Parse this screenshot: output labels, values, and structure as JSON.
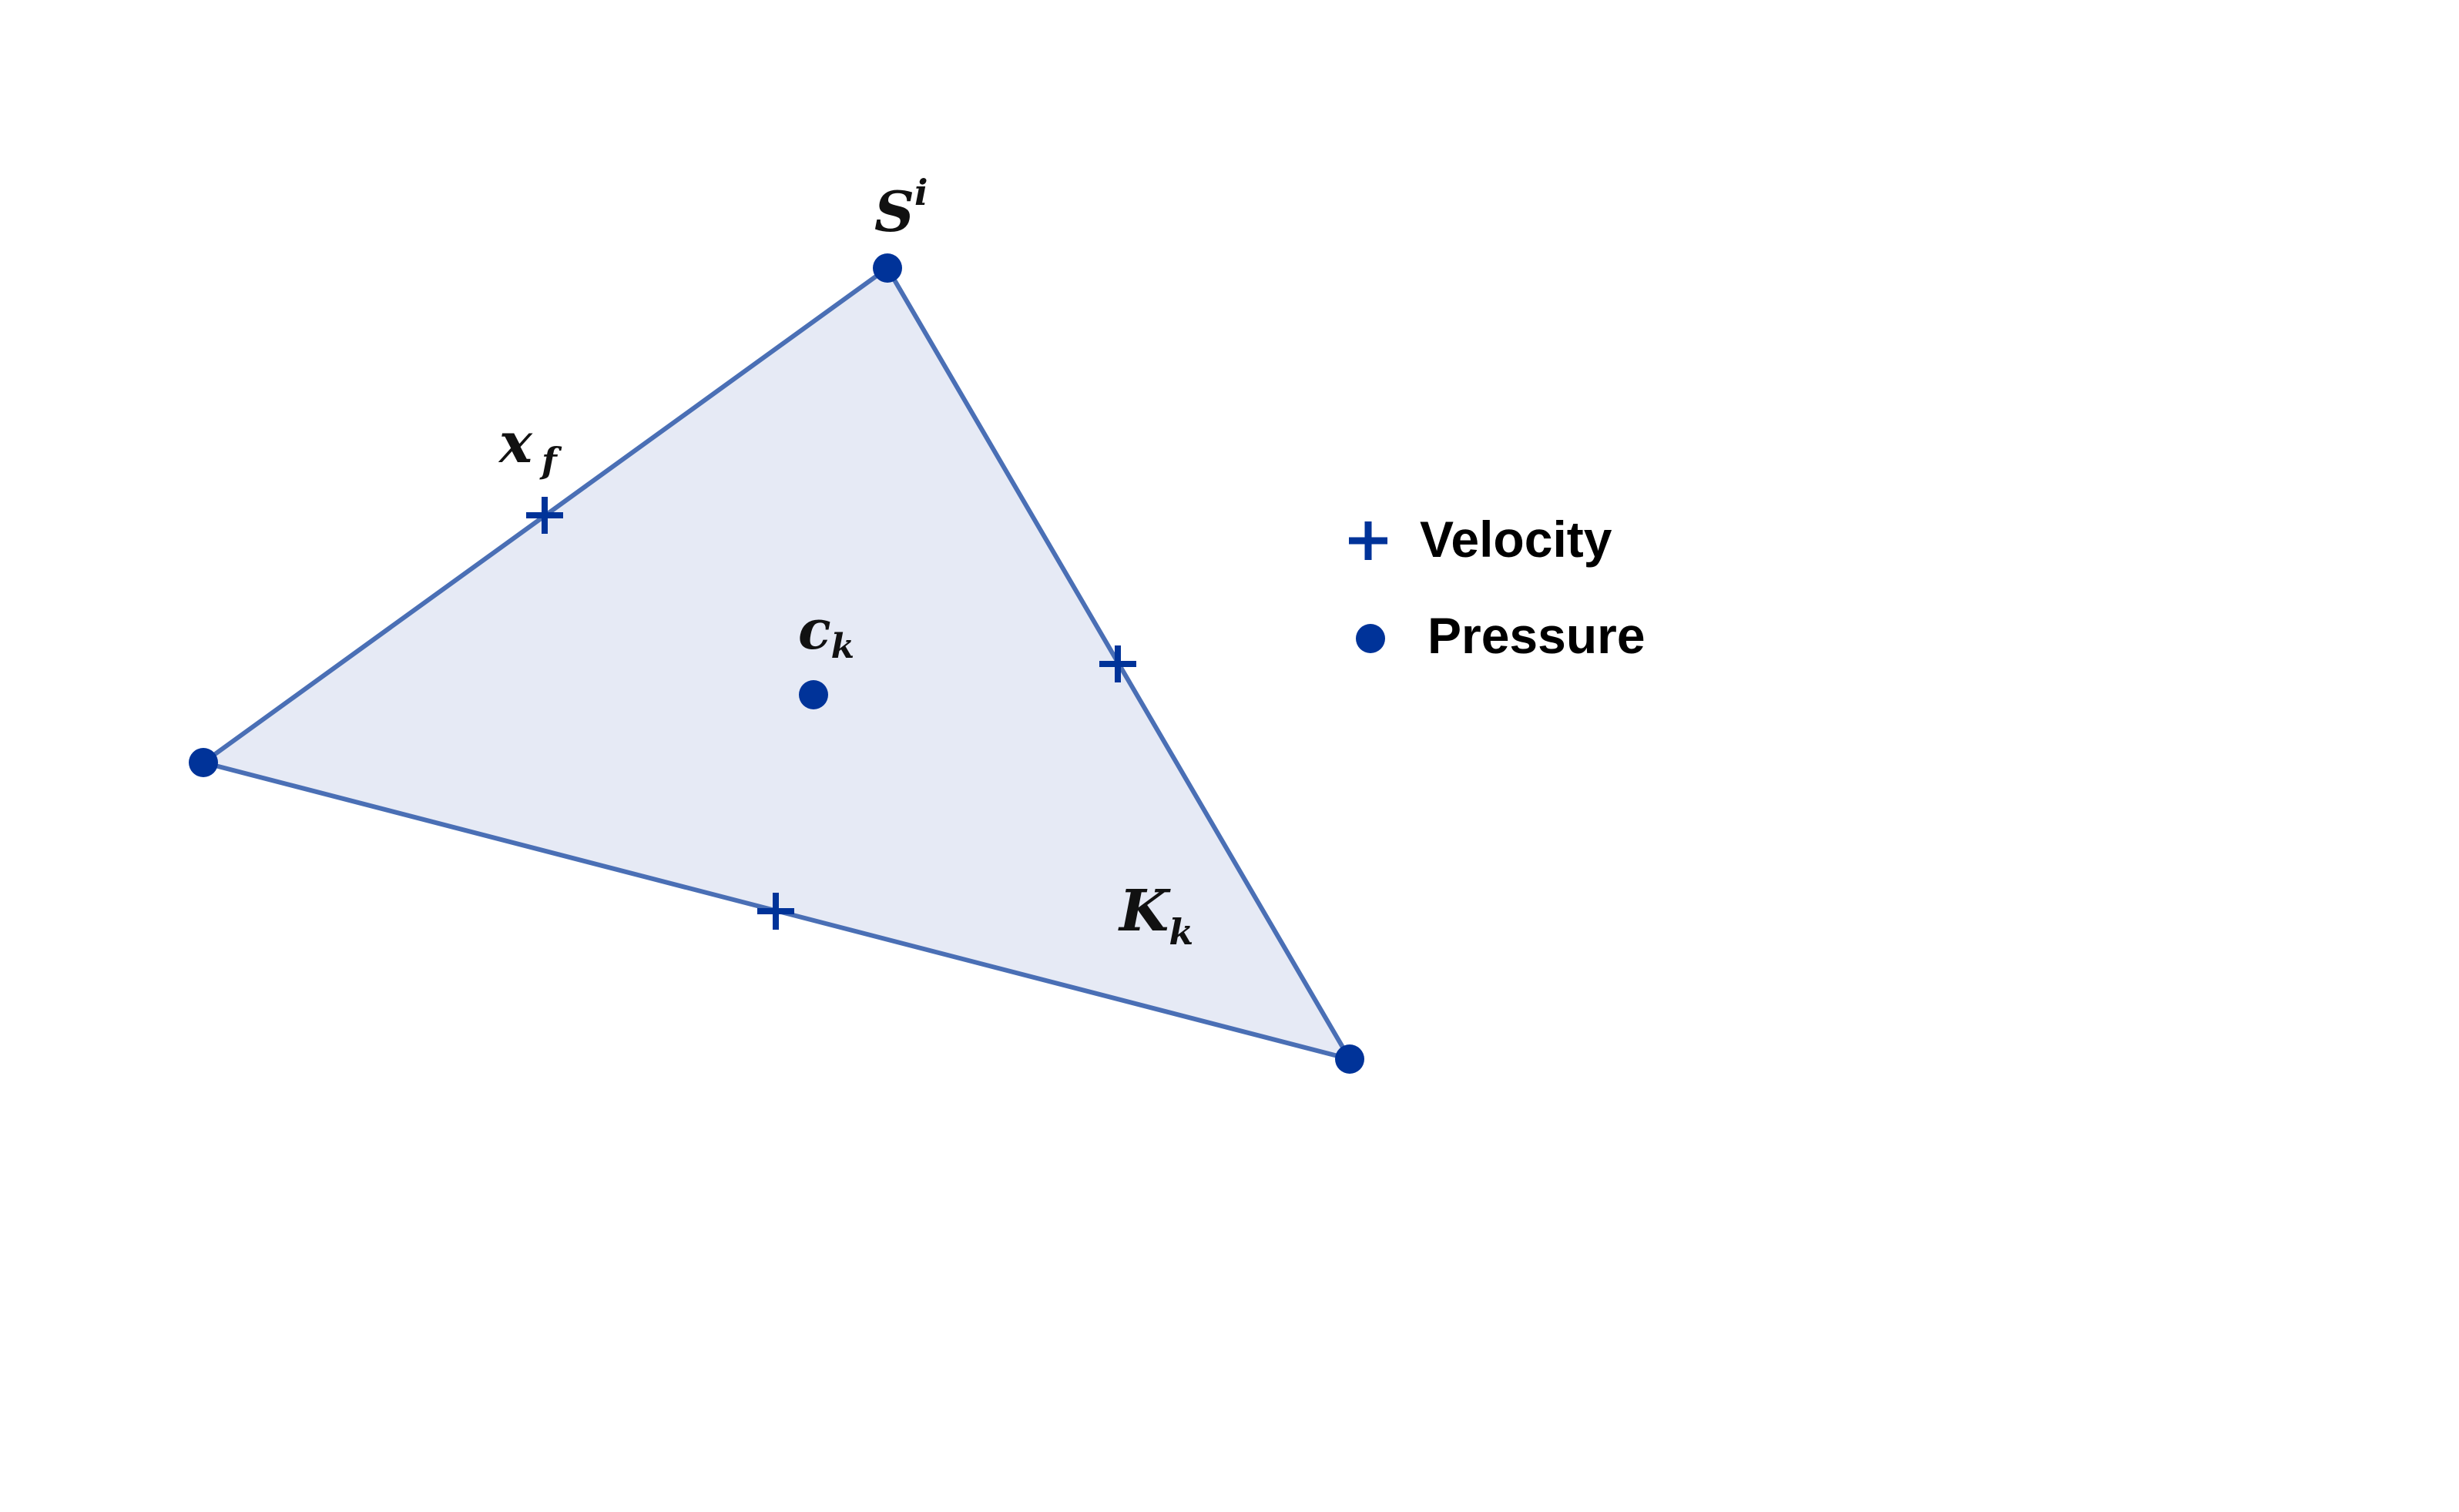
{
  "colors": {
    "fill": "#e6eaf5",
    "edge": "#4a6fb5",
    "marker": "#003399"
  },
  "labels": {
    "vertex": {
      "base": "S",
      "sup": "i"
    },
    "face_point": {
      "base": "x",
      "sub": "f"
    },
    "center": {
      "base": "c",
      "sub": "k"
    },
    "cell": {
      "base": "K",
      "sub": "k"
    }
  },
  "legend": {
    "velocity": {
      "label": "Velocity",
      "icon": "plus-marker"
    },
    "pressure": {
      "label": "Pressure",
      "icon": "dot-marker"
    }
  }
}
